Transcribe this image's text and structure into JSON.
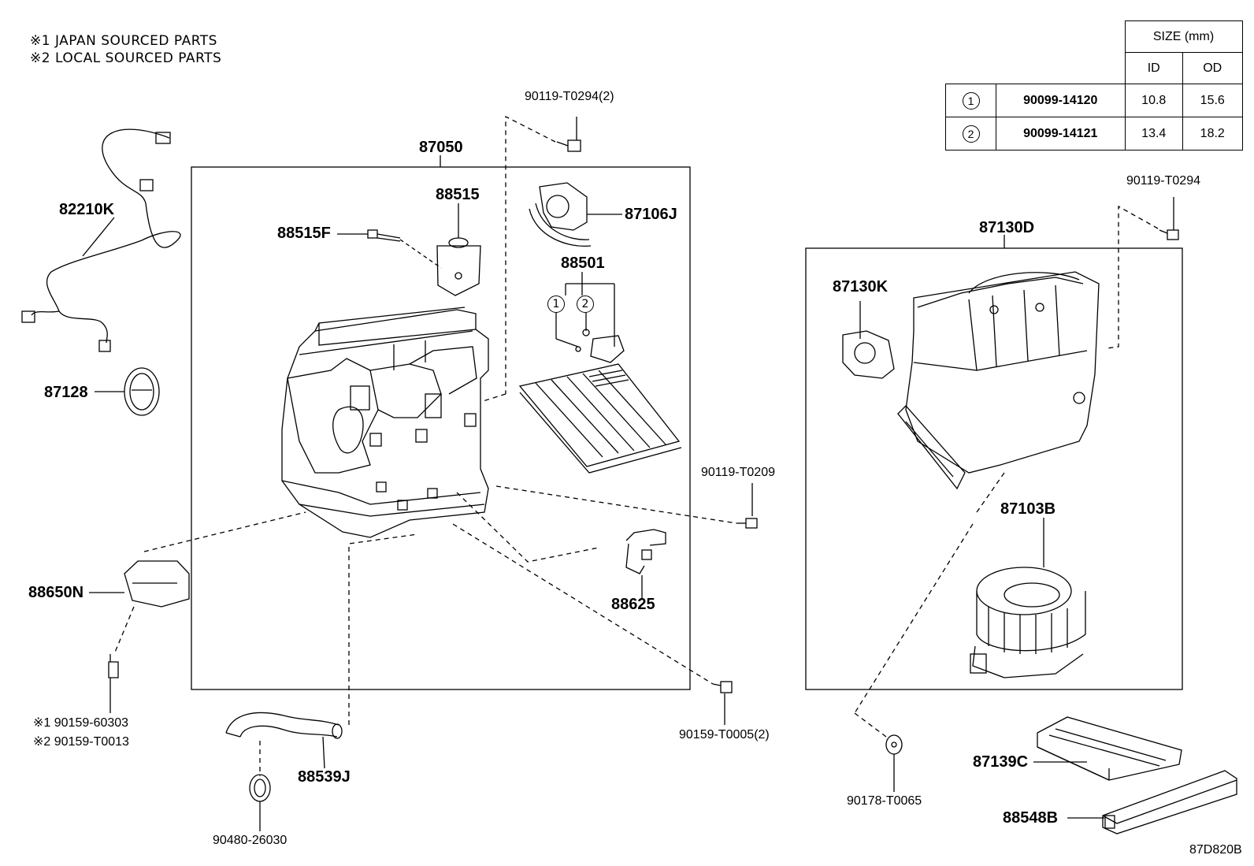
{
  "notes": [
    "※1 JAPAN SOURCED PARTS",
    "※2 LOCAL SOURCED PARTS"
  ],
  "size_table": {
    "title": "SIZE (mm)",
    "col_id": "ID",
    "col_od": "OD",
    "rows": [
      {
        "mark": "1",
        "part": "90099-14120",
        "id": "10.8",
        "od": "15.6"
      },
      {
        "mark": "2",
        "part": "90099-14121",
        "id": "13.4",
        "od": "18.2"
      }
    ]
  },
  "parts": {
    "p90119_T0294_2": "90119-T0294(2)",
    "p87050": "87050",
    "p88515": "88515",
    "p88515F": "88515F",
    "p87106J": "87106J",
    "p88501": "88501",
    "p88501_mark1": "1",
    "p88501_mark2": "2",
    "p82210K": "82210K",
    "p87128": "87128",
    "p90119_T0209": "90119-T0209",
    "p88650N": "88650N",
    "p88625": "88625",
    "p90159_60303": "※1 90159-60303",
    "p90159_T0013": "※2 90159-T0013",
    "p90159_T0005_2": "90159-T0005(2)",
    "p88539J": "88539J",
    "p90480_26030": "90480-26030",
    "p90119_T0294": "90119-T0294",
    "p87130D": "87130D",
    "p87130K": "87130K",
    "p87103B": "87103B",
    "p90178_T0065": "90178-T0065",
    "p87139C": "87139C",
    "p88548B": "88548B"
  },
  "figure_code": "87D820B"
}
